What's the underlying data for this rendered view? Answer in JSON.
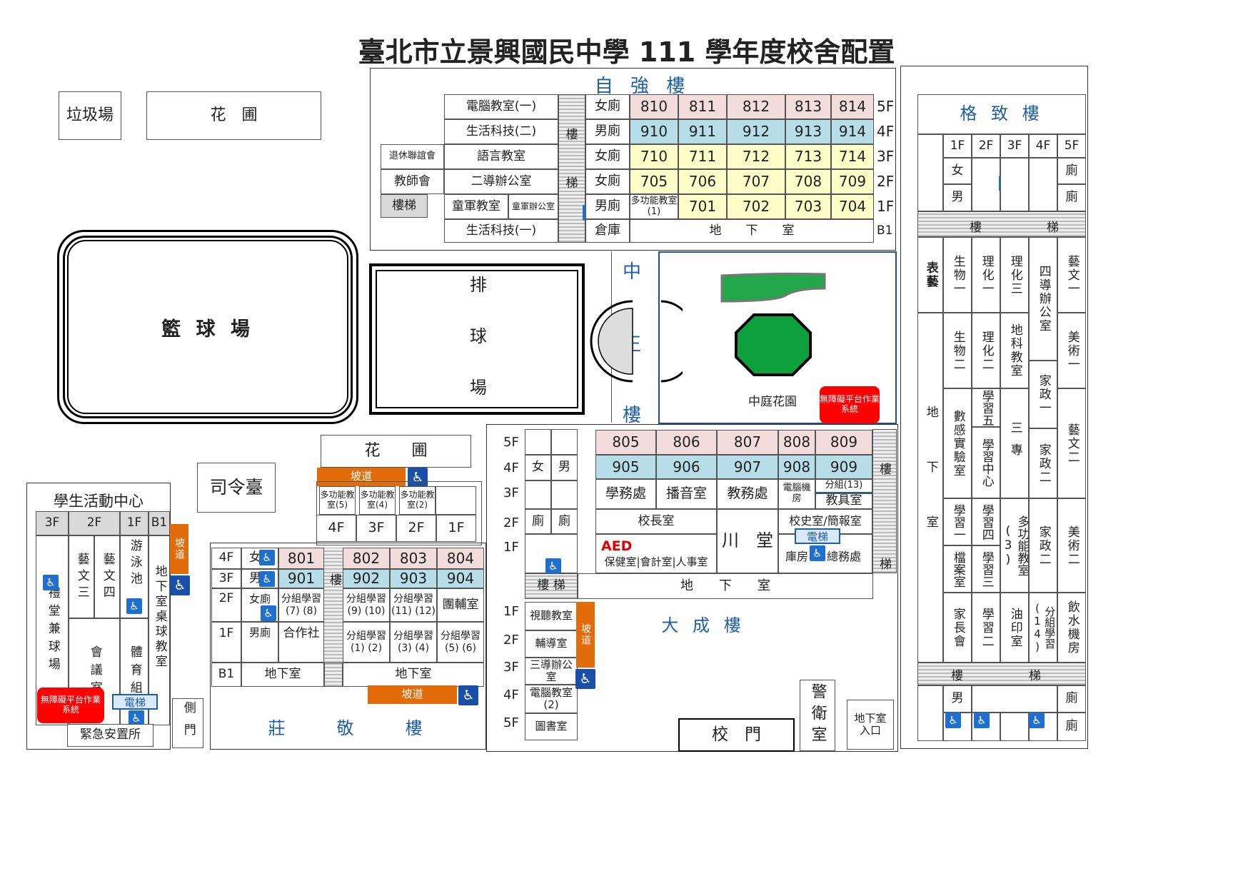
{
  "title": "臺北市立景興國民中學 111 學年度校舍配置",
  "labels": {
    "garbage": "垃圾場",
    "garden": "花　圃",
    "garden2": "花　　圃",
    "basketball": "籃 球 場",
    "volleyball": "排 球 場",
    "stage": "司令臺",
    "courtyard": "中庭花園",
    "platform": "無障礙平台作業系統",
    "school_gate": "校　門",
    "guard": "警衛室",
    "basement_entry": "地下室入口",
    "side_gate": "側門",
    "ramp": "坡道",
    "elevator": "電梯",
    "stairs_v": "樓梯",
    "basement": "地　下　室",
    "aed": "AED"
  },
  "ziqiang": {
    "name": "自 強 樓",
    "left": [
      "電腦教室(一)",
      "生活科技(二)",
      "語言教室",
      "二導辦公室",
      "童軍教室",
      "生活科技(一)"
    ],
    "retire": "退休聯誼會",
    "teachers": "教師會",
    "stairs": "樓梯",
    "scout_office": "童軍辦公室",
    "stair_mid": [
      "樓",
      "梯"
    ],
    "toilets": [
      "女廁",
      "男廁",
      "女廁",
      "女廁",
      "男廁",
      "倉庫"
    ],
    "rows": [
      [
        "810",
        "811",
        "812",
        "813",
        "814"
      ],
      [
        "910",
        "911",
        "912",
        "913",
        "914"
      ],
      [
        "710",
        "711",
        "712",
        "713",
        "714"
      ],
      [
        "705",
        "706",
        "707",
        "708",
        "709"
      ],
      [
        "多功能教室(1)",
        "701",
        "702",
        "703",
        "704"
      ]
    ],
    "basement": "地　　下　　室",
    "floors": [
      "5F",
      "4F",
      "3F",
      "2F",
      "1F",
      "B1"
    ]
  },
  "zhongzheng": {
    "name": [
      "中",
      "正",
      "樓"
    ]
  },
  "gezhi": {
    "name": "格 致 樓",
    "floors": [
      "1F",
      "2F",
      "3F",
      "4F",
      "5F"
    ],
    "f": "女",
    "m": "男",
    "toilet1": "廁",
    "toilet2": "廁",
    "stairs": [
      "樓",
      "梯"
    ],
    "biaoyi": "表藝",
    "rooms": {
      "bio1": "生物一",
      "phys1": "理化一",
      "phys3": "理化三",
      "dir4": "四導辦公室",
      "art1": "藝文一",
      "bio2": "生物二",
      "phys2": "理化二",
      "geo": "地科教室",
      "home1": "家政一",
      "fine1": "美術一",
      "basement": "地下室",
      "math": "數感實驗室",
      "learn5": "學習五",
      "learnc": "學習中心",
      "special3": "三專",
      "home2a": "家政二",
      "art2": "藝文二",
      "learn1": "學習一",
      "learn4": "學習四",
      "learn3": "學習三",
      "multi3": "多功能教室(3)",
      "home2b": "家政二",
      "fine2": "美術二",
      "archive": "檔案室",
      "parents": "家長會",
      "learn2": "學習二",
      "print": "油印室",
      "group14": "分組學習(14)",
      "water": "飲水機房"
    }
  },
  "activity": {
    "name": "學生活動中心",
    "floors": [
      "3F",
      "2F",
      "1F",
      "B1"
    ],
    "hall": "禮堂兼球場",
    "art3": "藝文三",
    "art4": "藝文四",
    "pool": "游泳池",
    "table": "地下室桌球教室",
    "meeting": "會議室",
    "pe": "體育組",
    "shelter": "緊急安置所"
  },
  "zhuangjing": {
    "name": "莊　　敬　　樓",
    "floors": [
      "4F",
      "3F",
      "2F",
      "1F",
      "B1"
    ],
    "multi": [
      "多功能教室(5)",
      "多功能教室(4)",
      "多功能教室(2)"
    ],
    "multi_floors": [
      "4F",
      "3F",
      "2F",
      "1F"
    ],
    "left": [
      "女",
      "男",
      "女廁",
      "男廁"
    ],
    "coop": "合作社",
    "stairs": "樓梯",
    "r801": "801",
    "r901": "901",
    "group78": "分組學習(7) (8)",
    "r802": "802",
    "r803": "803",
    "r804": "804",
    "r902": "902",
    "r903": "903",
    "r904": "904",
    "g910": "分組學習(9) (10)",
    "g1112": "分組學習(11) (12)",
    "counsel": "團輔室",
    "g12": "分組學習(1) (2)",
    "g34": "分組學習(3) (4)",
    "g56": "分組學習(5) (6)",
    "basement1": "地下室",
    "basement2": "地下室"
  },
  "dacheng": {
    "name": "大 成 樓",
    "floors": [
      "5F",
      "4F",
      "3F",
      "2F",
      "1F"
    ],
    "floors2": [
      "1F",
      "2F",
      "3F",
      "4F",
      "5F"
    ],
    "f": "女",
    "m": "男",
    "toilet": "廁",
    "r5": [
      "805",
      "806",
      "807",
      "808",
      "809"
    ],
    "r4": [
      "905",
      "906",
      "907",
      "908",
      "909"
    ],
    "affairs": "學務處",
    "broadcast": "播音室",
    "teaching": "教務處",
    "server": "電腦機房",
    "group13": "分組(13)",
    "supplies": "教具室",
    "principal": "校長室",
    "hall": "川　堂",
    "history": "校史室/簡報室",
    "health": "保健室|會計室|人事室",
    "storage": "庫房",
    "general": "總務處",
    "stairs": "樓 梯",
    "basement": "地　　下　　室",
    "stairs_r": [
      "樓",
      "梯"
    ],
    "av": "視聽教室",
    "guidance": "輔導室",
    "dir3": "三導辦公室",
    "comp2": "電腦教室(2)",
    "library": "圖書室"
  }
}
